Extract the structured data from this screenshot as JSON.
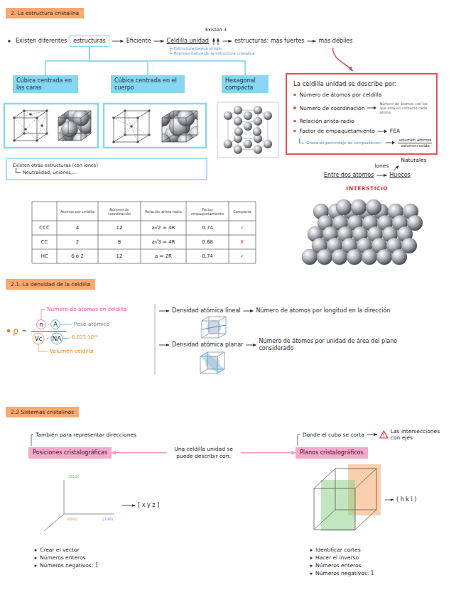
{
  "diagram": {
    "nodes": [
      {
        "text": [
          "2. La estructura cristalina"
        ]
      },
      {
        "text": [
          "estructuras"
        ]
      },
      {
        "text": [
          "Cúbica centrada en las caras"
        ]
      },
      {
        "text": [
          "Cúbica centrada en el cuerpo"
        ]
      },
      {
        "text": [
          "Hexagonal compacta"
        ]
      },
      {
        "text": [
          "La celdilla unidad se describe por:",
          "Número de átomos por celdilla",
          "Número de coordinación",
          "Número de átomos con los que está en contacto cada átomo",
          "Relación arista-radio",
          "Factor de empaquetamiento",
          "FEA",
          "volumen átomos",
          "volumen celda",
          "Grado de porcentaje de compactación"
        ]
      },
      {
        "text": [
          "Existen otras estructuras (con iones)",
          "Neutralidad, uniones,..."
        ]
      },
      {
        "text": [
          "2.1. La densidad de la celdilla"
        ]
      },
      {
        "text": [
          "2.2 Sistemas cristalinos"
        ]
      },
      {
        "text": [
          "Posiciones cristalográficas"
        ]
      },
      {
        "text": [
          "Planos cristalográficos"
        ]
      }
    ],
    "edges": [
      {
        "from": 1,
        "to": 2,
        "arrow": "none"
      },
      {
        "from": 1,
        "to": 3,
        "arrow": "none"
      },
      {
        "from": 1,
        "to": 4,
        "arrow": "none"
      },
      {
        "from": 9,
        "to": 10,
        "arrow": "both",
        "label": "Una celdilla unidad se puede describir con:"
      }
    ],
    "labels": [
      "Existen diferentes",
      "Eficiente",
      "Celdilla unidad",
      "Existen 3",
      "estructuras: más fuertes",
      "más débiles",
      "Estructura básica simple",
      "Representativa de la estructura cristalina",
      "Entre dos átomos",
      "Iones",
      "Huecos",
      "Naturales",
      "INTERSTICIO",
      "Átomos por celdilla",
      "Número de coordinación",
      "Relación arista-radio",
      "Factor empaquetamiento",
      "Compacta",
      "CCC",
      "4",
      "12",
      "a√2 = 4R",
      "0.74",
      "✓",
      "CC",
      "2",
      "8",
      "a√3 = 4R",
      "0.68",
      "✗",
      "HC",
      "6 ó 2",
      "12",
      "a = 2R",
      "0.74",
      "✓",
      "Número de átomos en celdilla",
      "ρ",
      "=",
      "n",
      "·",
      "A",
      "Peso atómico",
      "Vc",
      "·",
      "NA",
      "6,023·10²³",
      "Volumen celdilla",
      "Densidad atómica lineal",
      "Número de átomos por longitud en la dirección",
      "Densidad atómica planar",
      "Número de átomos por unidad de área del plano considerado",
      "También para representar direcciones",
      "Donde el cubo se corta",
      "Las intersecciones con ejes",
      "(010)",
      "(000)",
      "(100)",
      "[ x y z ]",
      "Crear el vector",
      "Números enteros",
      "Números negativos: 1̄",
      "( h k l )",
      "Identificar cortes",
      "Hacer el inverso",
      "Números enteros",
      "Números negativos: 1̄"
    ]
  }
}
